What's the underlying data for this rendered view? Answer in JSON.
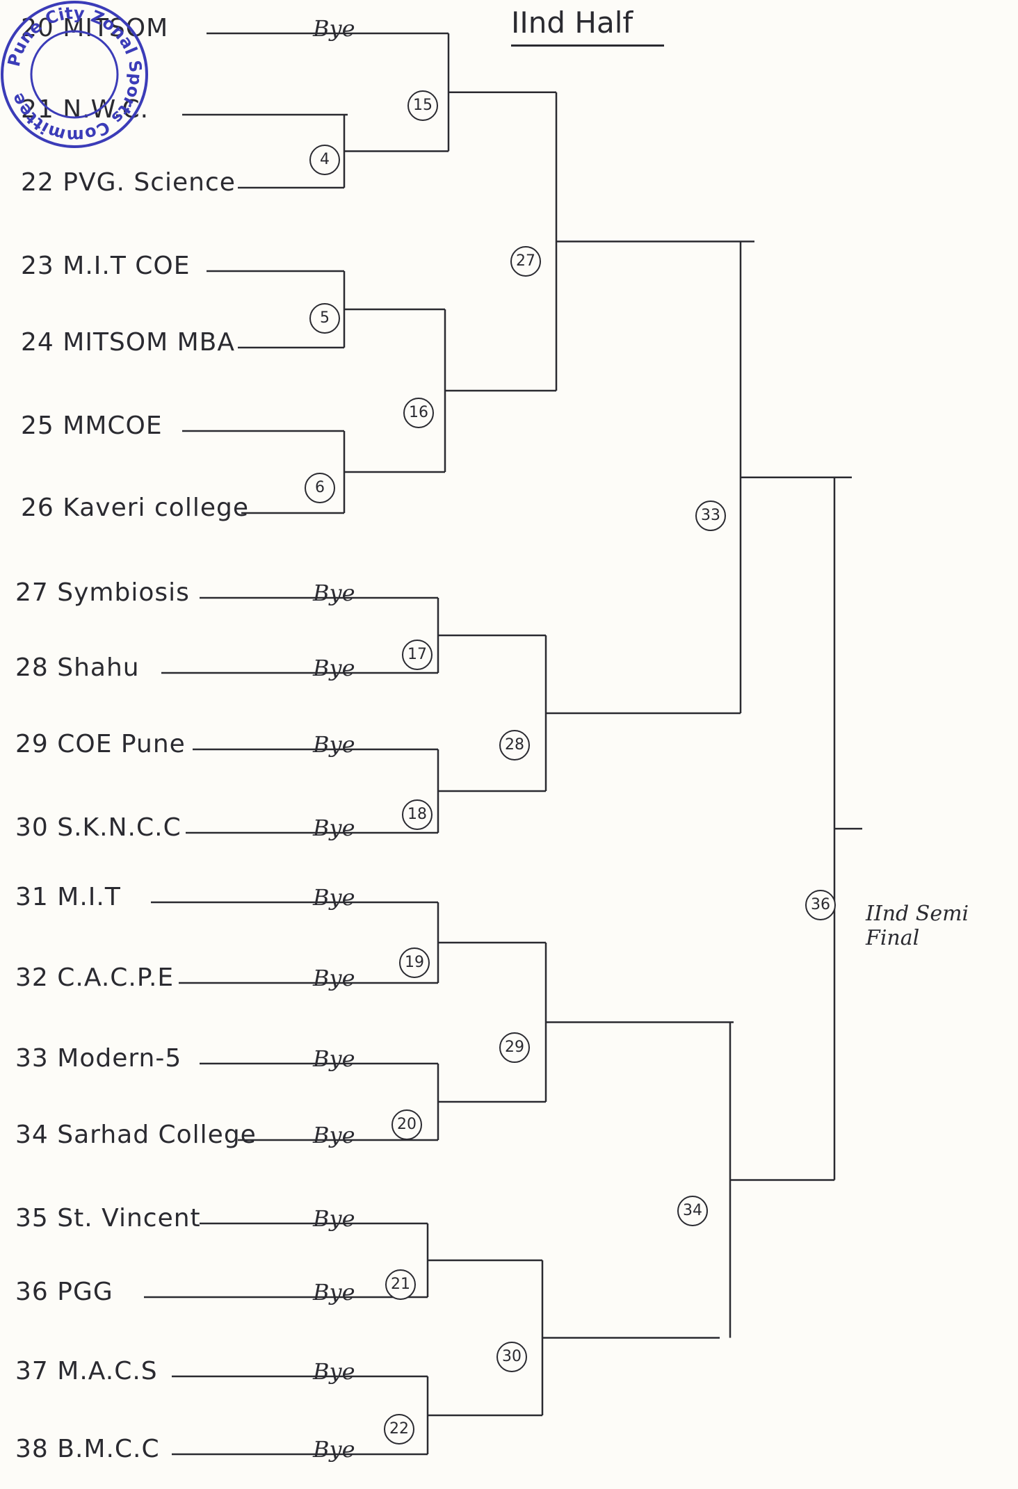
{
  "title": "IInd Half",
  "teams": [
    {
      "n": "20",
      "name": "MITSOM",
      "bye": "Bye"
    },
    {
      "n": "21",
      "name": "N.W.C.",
      "bye": ""
    },
    {
      "n": "22",
      "name": "PVG. Science",
      "bye": ""
    },
    {
      "n": "23",
      "name": "M.I.T COE",
      "bye": ""
    },
    {
      "n": "24",
      "name": "MITSOM MBA",
      "bye": ""
    },
    {
      "n": "25",
      "name": "MMCOE",
      "bye": ""
    },
    {
      "n": "26",
      "name": "Kaveri college",
      "bye": ""
    },
    {
      "n": "27",
      "name": "Symbiosis",
      "bye": "Bye"
    },
    {
      "n": "28",
      "name": "Shahu",
      "bye": "Bye"
    },
    {
      "n": "29",
      "name": "COE Pune",
      "bye": "Bye"
    },
    {
      "n": "30",
      "name": "S.K.N.C.C",
      "bye": "Bye"
    },
    {
      "n": "31",
      "name": "M.I.T",
      "bye": "Bye"
    },
    {
      "n": "32",
      "name": "C.A.C.P.E",
      "bye": "Bye"
    },
    {
      "n": "33",
      "name": "Modern-5",
      "bye": "Bye"
    },
    {
      "n": "34",
      "name": "Sarhad College",
      "bye": "Bye"
    },
    {
      "n": "35",
      "name": "St. Vincent",
      "bye": "Bye"
    },
    {
      "n": "36",
      "name": "PGG",
      "bye": "Bye"
    },
    {
      "n": "37",
      "name": "M.A.C.S",
      "bye": "Bye"
    },
    {
      "n": "38",
      "name": "B.M.C.C",
      "bye": "Bye"
    }
  ],
  "matches": [
    "4",
    "5",
    "6",
    "15",
    "16",
    "17",
    "18",
    "19",
    "20",
    "21",
    "22",
    "27",
    "28",
    "29",
    "30",
    "33",
    "34",
    "36"
  ],
  "semifinal_label": "IInd Semi Final",
  "stamp": {
    "text": "Pune City Zonal Sports Committee",
    "color": "#3b3cb8"
  }
}
